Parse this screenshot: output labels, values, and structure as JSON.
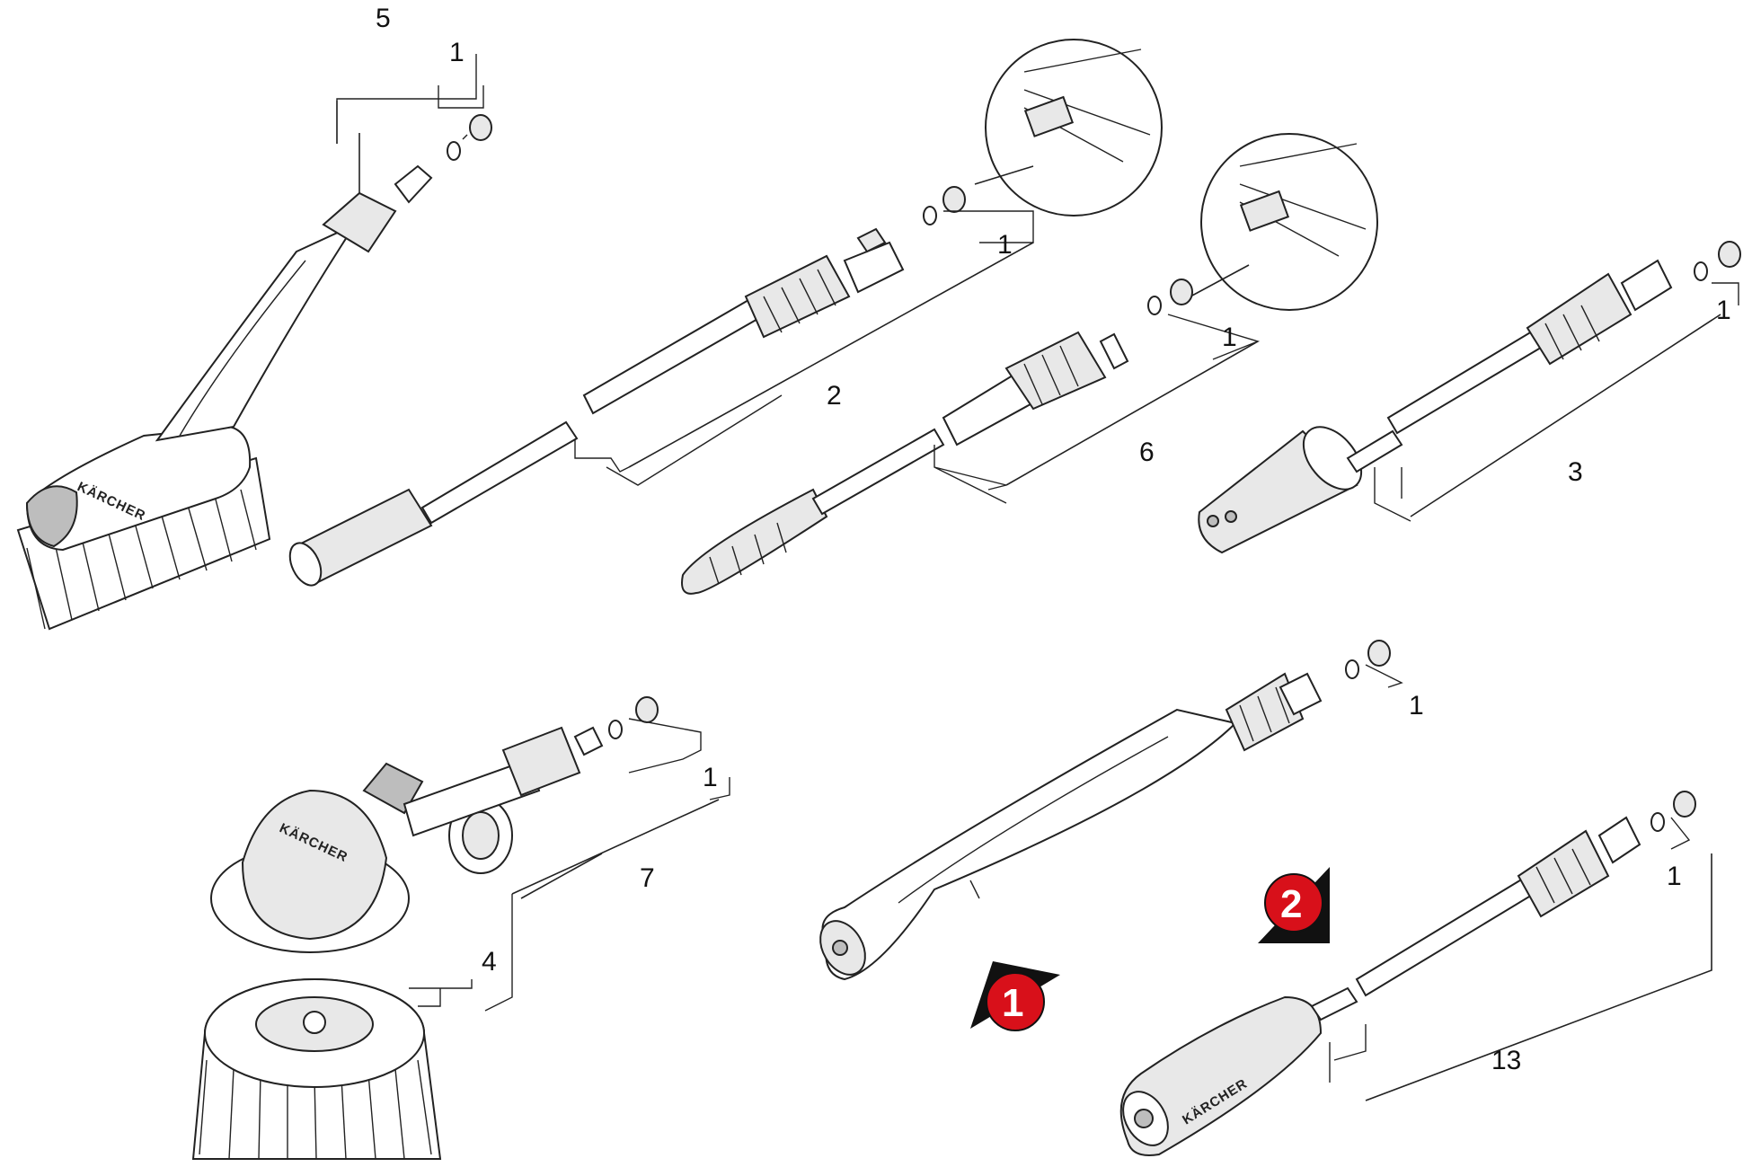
{
  "callouts": {
    "c5": "5",
    "c1a": "1",
    "c1b": "1",
    "c2": "2",
    "c1c": "1",
    "c6": "6",
    "c1d": "1",
    "c3": "3",
    "c1e": "1",
    "c7": "7",
    "c4": "4",
    "c1f": "1",
    "c1g": "1",
    "c13": "13"
  },
  "markers": {
    "m1": "1",
    "m2": "2"
  },
  "brand_text": "KÄRCHER",
  "colors": {
    "marker_red": "#d8101a",
    "marker_shadow": "#111111",
    "line": "#222222",
    "part_fill": "#ffffff",
    "part_shade": "#e8e8e8"
  }
}
